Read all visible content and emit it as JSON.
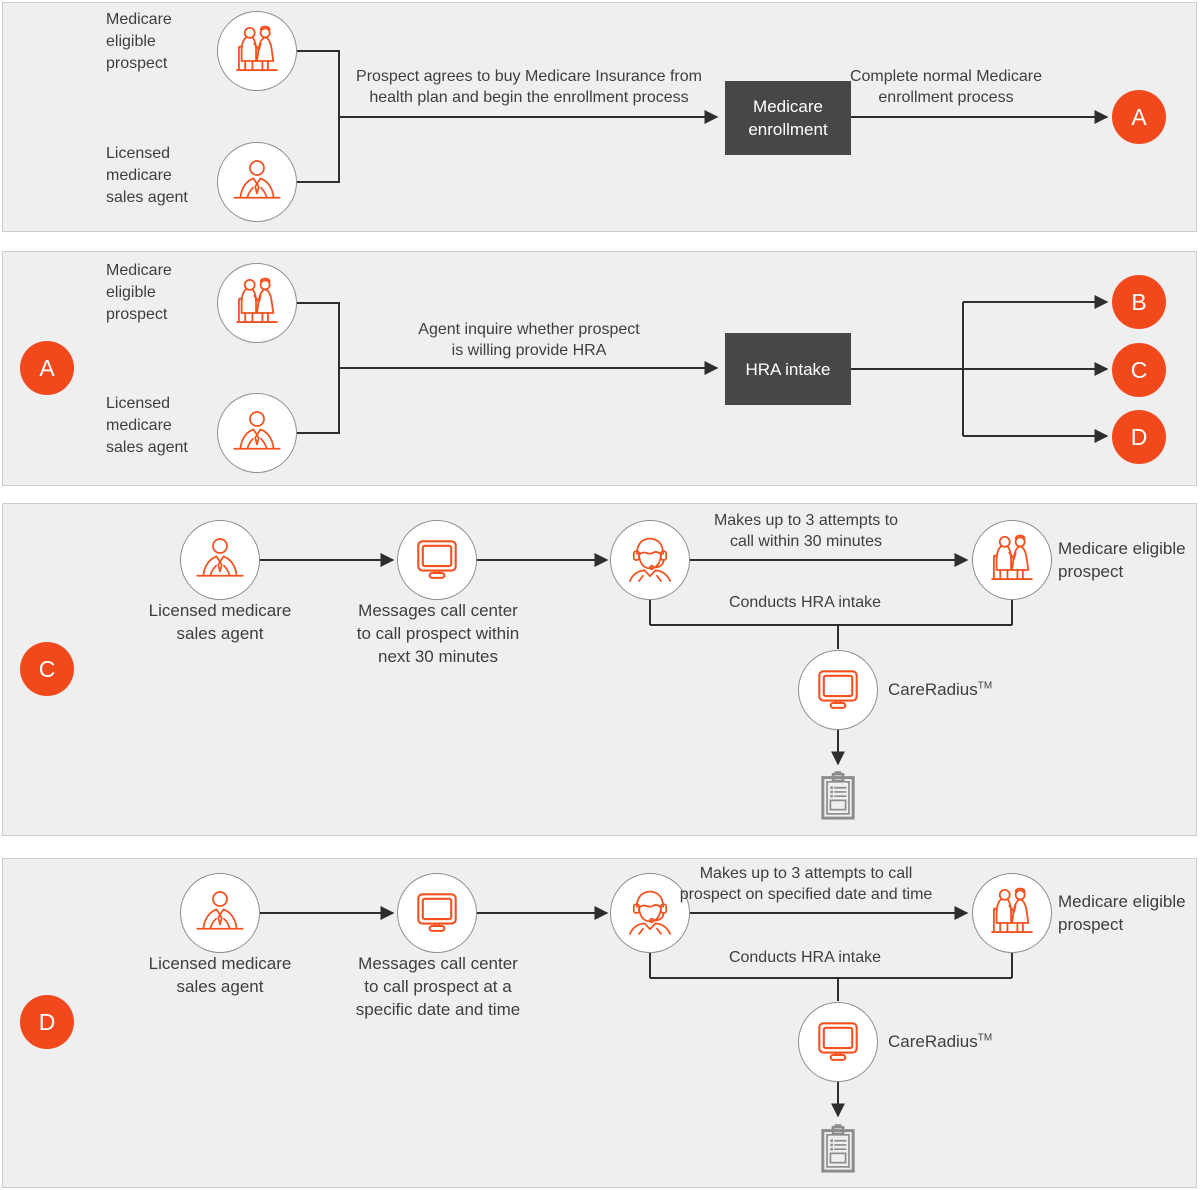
{
  "colors": {
    "accent_orange": "#F2491C",
    "icon_orange": "#F4511E",
    "dark_box": "#474747",
    "panel_background": "#EFEFEF",
    "panel_border": "#CCCCCC",
    "connector_line": "#2E2E2E",
    "text": "#3E3E3E",
    "clipboard_gray": "#8C8C8C"
  },
  "panel1": {
    "prospect_label": "Medicare\neligible\nprospect",
    "agent_label": "Licensed\nmedicare\nsales agent",
    "arrow1_label": "Prospect agrees to buy Medicare Insurance from\nhealth plan and begin the enrollment process",
    "box_label": "Medicare\nenrollment",
    "arrow2_label": "Complete normal Medicare\nenrollment process",
    "end_badge": "A"
  },
  "panel2": {
    "start_badge": "A",
    "prospect_label": "Medicare\neligible\nprospect",
    "agent_label": "Licensed\nmedicare\nsales agent",
    "arrow_label": "Agent inquire whether prospect\nis willing provide HRA",
    "box_label": "HRA intake",
    "end_badges": [
      "B",
      "C",
      "D"
    ]
  },
  "panel3": {
    "start_badge": "C",
    "agent_label": "Licensed medicare\nsales agent",
    "monitor_label": "Messages call center\nto call prospect within\nnext 30 minutes",
    "attempts_label": "Makes up to 3 attempts to\ncall within 30 minutes",
    "prospect_label": "Medicare eligible\nprospect",
    "conducts_label": "Conducts HRA intake",
    "system_label": "CareRadius",
    "system_tm": "TM"
  },
  "panel4": {
    "start_badge": "D",
    "agent_label": "Licensed medicare\nsales agent",
    "monitor_label": "Messages call center\nto call prospect at a\nspecific date and time",
    "attempts_label": "Makes up to 3 attempts to call\nprospect on specified date and time",
    "prospect_label": "Medicare eligible\nprospect",
    "conducts_label": "Conducts HRA intake",
    "system_label": "CareRadius",
    "system_tm": "TM"
  }
}
